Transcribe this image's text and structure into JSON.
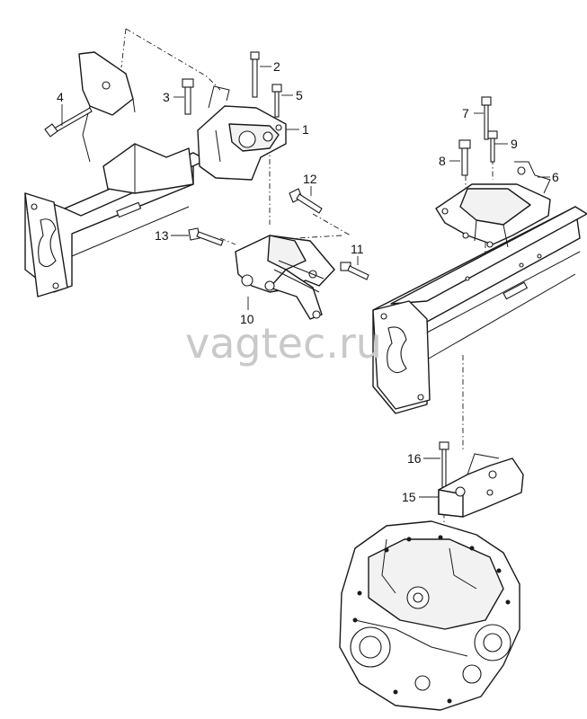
{
  "watermark": "vagtec.ru",
  "callouts": {
    "c1": "1",
    "c2": "2",
    "c3": "3",
    "c4": "4",
    "c5": "5",
    "c6": "6",
    "c7": "7",
    "c8": "8",
    "c9": "9",
    "c10": "10",
    "c11": "11",
    "c12": "12",
    "c13": "13",
    "c15": "15",
    "c16": "16"
  }
}
